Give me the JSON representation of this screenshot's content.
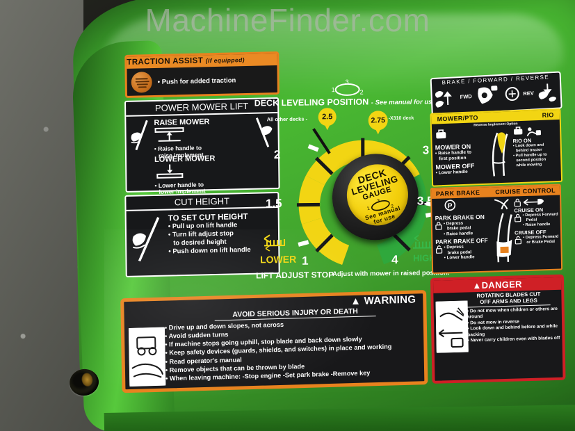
{
  "watermark": "MachineFinder.com",
  "traction_assist": {
    "title": "TRACTION ASSIST",
    "subtitle": "(If equipped)",
    "bullet": "• Push for added traction",
    "icon": "traction-assist-icon",
    "accent": "#e8821e"
  },
  "power_mower_lift": {
    "title": "POWER MOWER LIFT",
    "raise": {
      "heading": "RAISE MOWER",
      "bullets": [
        "• Raise handle to",
        "raise implement"
      ]
    },
    "lower": {
      "heading": "LOWER MOWER",
      "bullets": [
        "• Lower handle to",
        "lower implement"
      ]
    }
  },
  "cut_height": {
    "title": "CUT HEIGHT",
    "heading": "TO SET CUT HEIGHT",
    "bullets": [
      "• Pull up on lift handle",
      "• Turn lift adjust stop",
      "to desired height",
      "• Push down on lift handle"
    ]
  },
  "deck_leveling": {
    "title": "DECK LEVELING POSITION",
    "title_suffix": "- See manual for use",
    "diagram_labels": [
      "1",
      "2",
      "3"
    ],
    "all_other_decks_label": "All other decks -",
    "all_other_decks_value": "2.5",
    "x310_value": "2.75",
    "x310_label": "-X310 deck",
    "scale_numbers": [
      "2",
      "1.5",
      "1",
      "3",
      "3.5",
      "4"
    ],
    "lower_label": "LOWER",
    "higher_label": "HIGHER",
    "footer_bold": "LIFT ADJUST STOP",
    "footer_note": "Adjust with mower in raised position.",
    "knob": {
      "line1": "DECK",
      "line2": "LEVELING",
      "line3": "GAUGE",
      "note1": "See manual",
      "note2": "for use",
      "marks": [
        "1",
        "2",
        "3"
      ]
    },
    "colors": {
      "yellow": "#f2d513",
      "green": "#2fa83c",
      "black": "#111111"
    }
  },
  "brake_forward_reverse": {
    "title": "BRAKE / FORWARD / REVERSE",
    "forward_label": "FWD",
    "reverse_label": "REV"
  },
  "mower_pto": {
    "title_left": "MOWER/PTO",
    "title_right": "RIO",
    "rio_note": "Reverse Implement Option",
    "mower_on": {
      "heading": "MOWER ON",
      "bullets": [
        "• Raise handle to",
        "first position"
      ]
    },
    "mower_off": {
      "heading": "MOWER OFF",
      "bullets": [
        "• Lower handle"
      ]
    },
    "rio_on": {
      "heading": "RIO ON",
      "bullets": [
        "• Look down and",
        "behind tractor",
        "• Pull handle up to",
        "second position",
        "while mowing"
      ]
    }
  },
  "park_brake_cruise": {
    "title_left": "PARK BRAKE",
    "title_right": "CRUISE CONTROL",
    "park_brake_on": {
      "heading": "PARK BRAKE ON",
      "bullets": [
        "• Depress",
        "brake pedal",
        "• Raise handle"
      ]
    },
    "park_brake_off": {
      "heading": "PARK BRAKE OFF",
      "bullets": [
        "• Depress",
        "brake pedal",
        "• Lower handle"
      ]
    },
    "cruise_on": {
      "heading": "CRUISE ON",
      "bullets": [
        "• Depress Forward",
        "Pedal",
        "• Raise handle"
      ]
    },
    "cruise_off": {
      "heading": "CRUISE OFF",
      "bullets": [
        "• Depress Forward",
        "or Brake Pedal"
      ]
    }
  },
  "warning": {
    "title": "WARNING",
    "subtitle": "AVOID SERIOUS INJURY OR DEATH",
    "bullets": [
      "Drive up and down slopes, not across",
      "Avoid sudden turns",
      "If machine stops going uphill, stop blade and back down slowly",
      "Keep safety devices (guards, shields, and switches) in place and working",
      "Read operator's manual",
      "Remove objects that can be thrown by blade",
      "When leaving machine: -Stop engine -Set park brake -Remove key"
    ],
    "accent": "#e8821e"
  },
  "danger": {
    "title": "DANGER",
    "subtitle_line1": "ROTATING BLADES CUT",
    "subtitle_line2": "OFF ARMS AND LEGS",
    "bullets": [
      "Do not mow when children or others are around",
      "Do not mow in reverse",
      "Look down and behind before and while backing",
      "Never carry children even with blades off"
    ],
    "accent": "#cf2026"
  }
}
